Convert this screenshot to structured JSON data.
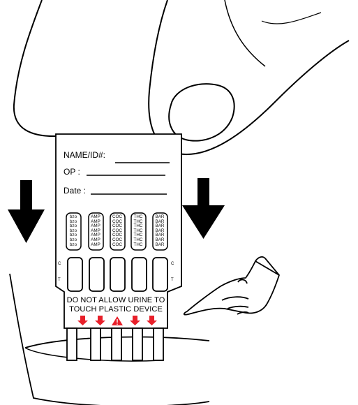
{
  "card": {
    "name_label": "NAME/ID#:",
    "op_label": "OP :",
    "date_label": "Date :",
    "control_label": "C",
    "test_label": "T",
    "warning_line1": "DO NOT ALLOW URINE TO",
    "warning_line2": "TOUCH PLASTIC DEVICE"
  },
  "panels": [
    {
      "code": "bzo"
    },
    {
      "code": "AMP"
    },
    {
      "code": "COC"
    },
    {
      "code": "THC"
    },
    {
      "code": "BAR"
    }
  ],
  "colors": {
    "outline": "#000000",
    "arrow_red": "#e8202a",
    "background": "#ffffff"
  },
  "icons": {
    "dip_direction": "down-arrow-icon",
    "warning": "warning-triangle-icon",
    "pointer": "pointing-hand-icon"
  }
}
